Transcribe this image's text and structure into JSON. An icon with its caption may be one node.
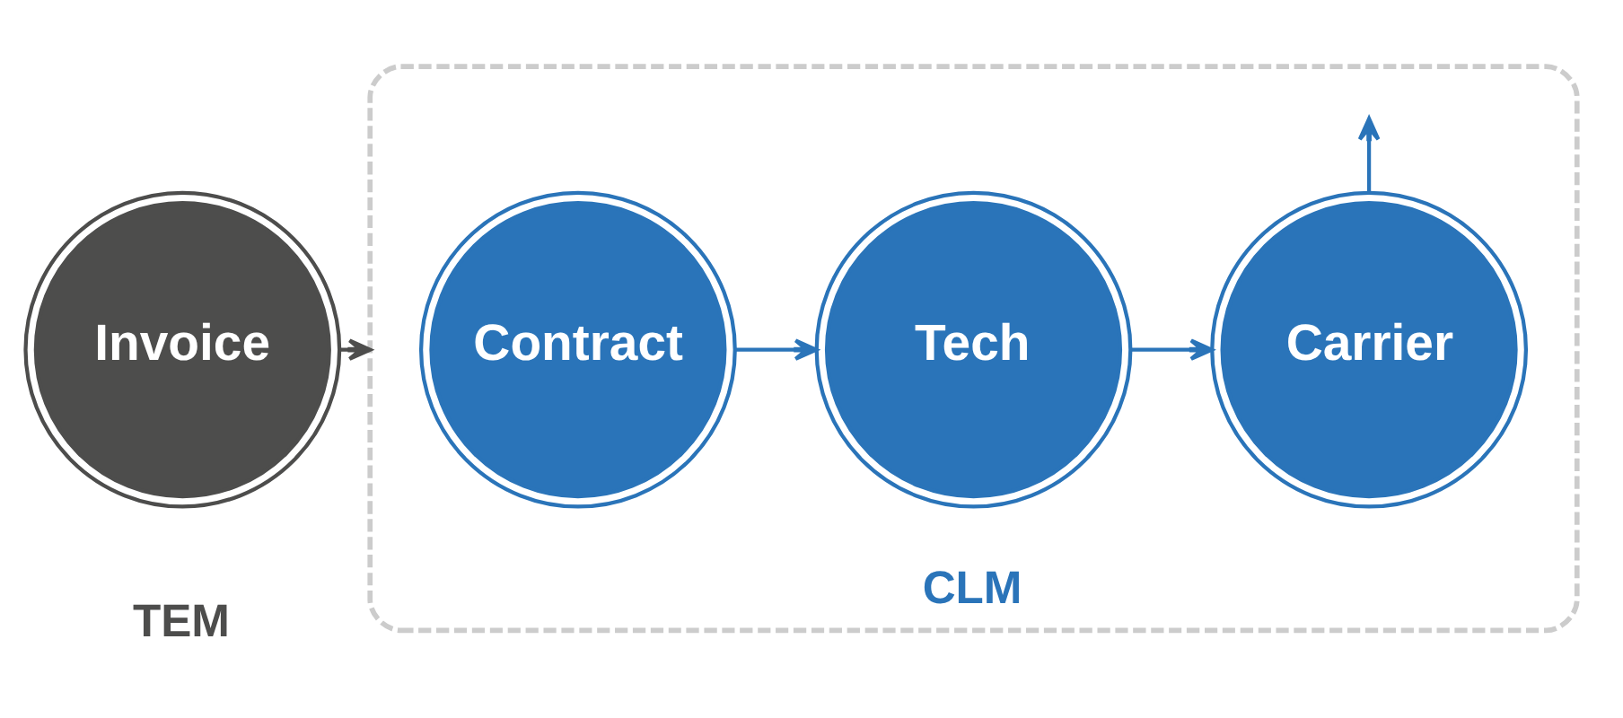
{
  "diagram": {
    "nodes": [
      {
        "text": [
          "Invoice"
        ],
        "beside": [
          "TEM"
        ]
      },
      {
        "text": [
          "CLM"
        ]
      },
      {
        "text": [
          "Contract"
        ],
        "in": 1
      },
      {
        "text": [
          "Tech"
        ],
        "in": 1
      },
      {
        "text": [
          "Carrier"
        ],
        "in": 1
      }
    ],
    "edges": [
      {
        "from": 0,
        "to": 1,
        "arrow": "to",
        "color": "#4d4d4c"
      },
      {
        "from": 2,
        "to": 3,
        "arrow": "to"
      },
      {
        "from": 3,
        "to": 4,
        "arrow": "to"
      },
      {
        "from": 4,
        "to": null,
        "arrow": "to"
      }
    ]
  }
}
